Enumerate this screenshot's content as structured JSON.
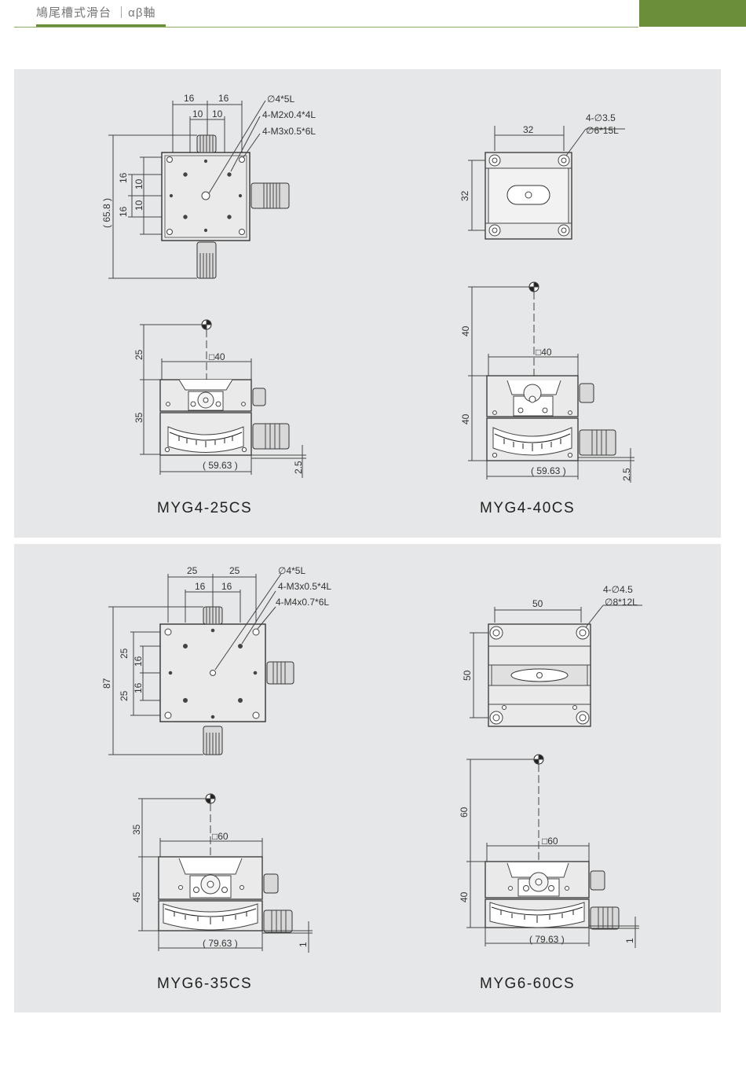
{
  "header": {
    "title": "鳩尾槽式滑台 ｜αβ軸",
    "accent_color": "#6b8e3a"
  },
  "panel_top": {
    "left": {
      "model": "MYG4-25CS",
      "top_view": {
        "dim_16a": "16",
        "dim_16b": "16",
        "dim_10a": "10",
        "dim_10b": "10",
        "hole1": "∅4*5L",
        "hole2": "4-M2x0.4*4L",
        "hole3": "4-M3x0.5*6L",
        "v16a": "16",
        "v10a": "10",
        "v10b": "10",
        "v16b": "16",
        "overall": "( 65.8 )"
      },
      "side_view": {
        "height_a": "25",
        "square": "□40",
        "height_b": "35",
        "width": "( 59.63 )",
        "offset": "2.5"
      }
    },
    "right": {
      "model": "MYG4-40CS",
      "top_view": {
        "width": "32",
        "height": "32",
        "hole1": "4-∅3.5",
        "hole2": "∅6*15L"
      },
      "side_view": {
        "height_a": "40",
        "square": "□40",
        "height_b": "40",
        "width": "( 59.63 )",
        "offset": "2.5"
      }
    }
  },
  "panel_bottom": {
    "left": {
      "model": "MYG6-35CS",
      "top_view": {
        "dim_25a": "25",
        "dim_25b": "25",
        "dim_16a": "16",
        "dim_16b": "16",
        "hole1": "∅4*5L",
        "hole2": "4-M3x0.5*4L",
        "hole3": "4-M4x0.7*6L",
        "v25a": "25",
        "v16a": "16",
        "v16b": "16",
        "v25b": "25",
        "overall": "87"
      },
      "side_view": {
        "height_a": "35",
        "square": "□60",
        "height_b": "45",
        "width": "( 79.63 )",
        "offset": "1"
      }
    },
    "right": {
      "model": "MYG6-60CS",
      "top_view": {
        "width": "50",
        "height": "50",
        "hole1": "4-∅4.5",
        "hole2": "∅8*12L"
      },
      "side_view": {
        "height_a": "60",
        "square": "□60",
        "height_b": "40",
        "width": "( 79.63 )",
        "offset": "1"
      }
    }
  }
}
